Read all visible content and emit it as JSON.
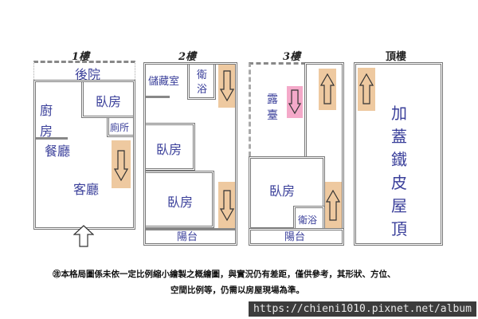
{
  "floors": [
    {
      "title": "1樓",
      "rooms": {
        "backyard": "後院",
        "kitchen": "廚房",
        "bedroom": "臥房",
        "toilet": "廁所",
        "dining": "餐廳",
        "living": "客廳"
      },
      "stairs": [
        {
          "direction": "down",
          "color": "#eec9a0"
        }
      ],
      "entrance": "up"
    },
    {
      "title": "2樓",
      "rooms": {
        "storage": "儲藏室",
        "bath": "衛浴",
        "bedroom1": "臥房",
        "bedroom2": "臥房",
        "balcony": "陽台"
      },
      "stairs": [
        {
          "direction": "down",
          "color": "#eec9a0"
        },
        {
          "direction": "down",
          "color": "#eec9a0"
        }
      ]
    },
    {
      "title": "3樓",
      "rooms": {
        "terrace": "露臺",
        "bedroom": "臥房",
        "bath": "衛浴",
        "balcony": "陽台"
      },
      "stairs": [
        {
          "direction": "down",
          "color": "#f4a9c9"
        },
        {
          "direction": "up",
          "color": "#eec9a0"
        },
        {
          "direction": "up",
          "color": "#eec9a0"
        }
      ]
    },
    {
      "title": "頂樓",
      "rooms": {
        "roof": [
          "加",
          "蓋",
          "鐵",
          "皮",
          "屋",
          "頂"
        ]
      },
      "stairs": [
        {
          "direction": "up",
          "color": "#eec9a0"
        }
      ]
    }
  ],
  "note": {
    "line1": "㊟本格局圖係未依一定比例縮小繪製之概繪圖，與實況仍有差距，僅供參考，其形狀、方位、",
    "line2": "空間比例等，仍需以房屋現場為準。"
  },
  "watermark": "https://chieni1010.pixnet.net/album",
  "colors": {
    "label": "#3a3f9a",
    "stair": "#eec9a0",
    "stair_pink": "#f4a9c9"
  }
}
